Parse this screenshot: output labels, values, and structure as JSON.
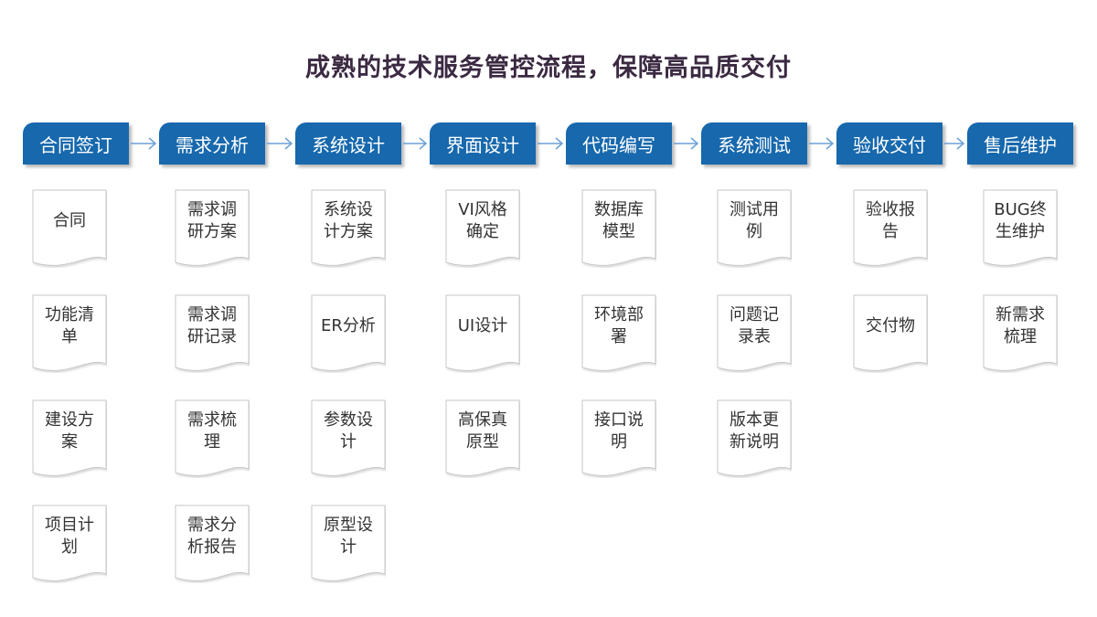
{
  "title": "成熟的技术服务管控流程，保障高品质交付",
  "colors": {
    "stage_bg": "#1768ad",
    "stage_text": "#ffffff",
    "arrow": "#6aa0d8",
    "title": "#3b2a42",
    "doc_border": "#c8c8c8"
  },
  "stages": [
    {
      "label": "合同签订",
      "docs": [
        "合同",
        "功能清\n单",
        "建设方\n案",
        "项目计\n划"
      ]
    },
    {
      "label": "需求分析",
      "docs": [
        "需求调\n研方案",
        "需求调\n研记录",
        "需求梳\n理",
        "需求分\n析报告"
      ]
    },
    {
      "label": "系统设计",
      "docs": [
        "系统设\n计方案",
        "ER分析",
        "参数设\n计",
        "原型设\n计"
      ]
    },
    {
      "label": "界面设计",
      "docs": [
        "VI风格\n确定",
        "UI设计",
        "高保真\n原型"
      ]
    },
    {
      "label": "代码编写",
      "docs": [
        "数据库\n模型",
        "环境部\n署",
        "接口说\n明"
      ]
    },
    {
      "label": "系统测试",
      "docs": [
        "测试用\n例",
        "问题记\n录表",
        "版本更\n新说明"
      ]
    },
    {
      "label": "验收交付",
      "docs": [
        "验收报\n告",
        "交付物"
      ]
    },
    {
      "label": "售后维护",
      "docs": [
        "BUG终\n生维护",
        "新需求\n梳理"
      ]
    }
  ]
}
